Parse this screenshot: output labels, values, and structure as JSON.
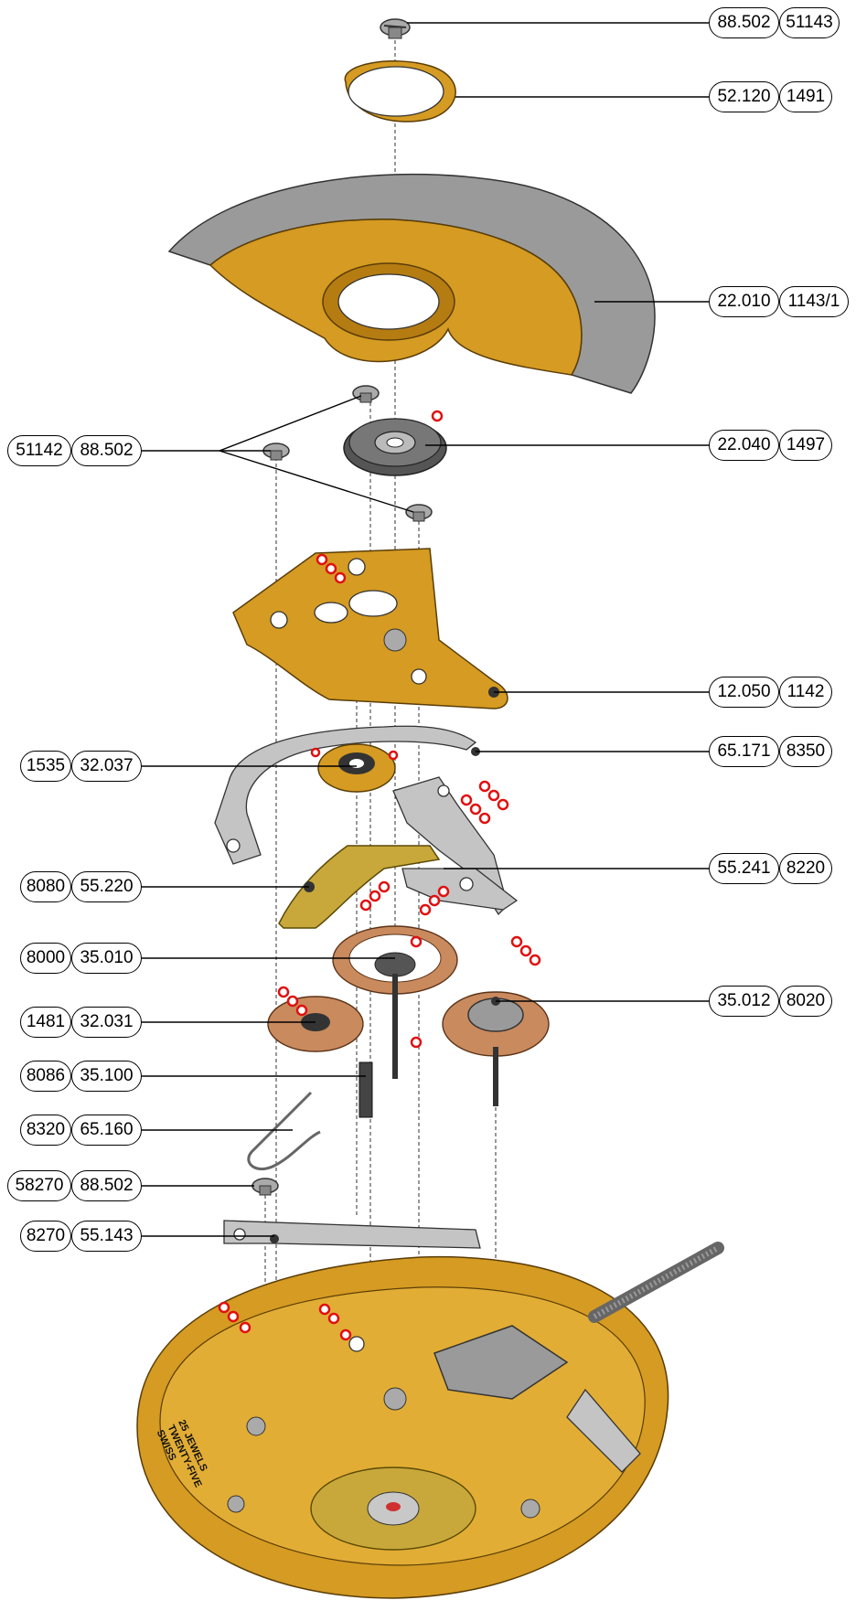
{
  "callouts": [
    {
      "side": "right",
      "part_number": "88.502",
      "ref": "51143"
    },
    {
      "side": "right",
      "part_number": "52.120",
      "ref": "1491"
    },
    {
      "side": "right",
      "part_number": "22.010",
      "ref": "1143/1"
    },
    {
      "side": "right",
      "part_number": "22.040",
      "ref": "1497"
    },
    {
      "side": "left",
      "part_number": "88.502",
      "ref": "51142"
    },
    {
      "side": "right",
      "part_number": "12.050",
      "ref": "1142"
    },
    {
      "side": "right",
      "part_number": "65.171",
      "ref": "8350"
    },
    {
      "side": "left",
      "part_number": "32.037",
      "ref": "1535"
    },
    {
      "side": "right",
      "part_number": "55.241",
      "ref": "8220"
    },
    {
      "side": "left",
      "part_number": "55.220",
      "ref": "8080"
    },
    {
      "side": "left",
      "part_number": "35.010",
      "ref": "8000"
    },
    {
      "side": "right",
      "part_number": "35.012",
      "ref": "8020"
    },
    {
      "side": "left",
      "part_number": "32.031",
      "ref": "1481"
    },
    {
      "side": "left",
      "part_number": "35.100",
      "ref": "8086"
    },
    {
      "side": "left",
      "part_number": "65.160",
      "ref": "8320"
    },
    {
      "side": "left",
      "part_number": "88.502",
      "ref": "58270"
    },
    {
      "side": "left",
      "part_number": "55.143",
      "ref": "8270"
    }
  ],
  "movement_engraving": [
    "25 JEWELS",
    "TWENTY-FIVE",
    "SWISS"
  ],
  "colors": {
    "brass": "#d59b22",
    "steel": "#9a9a9a",
    "copper": "#c98a5e",
    "lubrication_marker": "#e01010"
  }
}
